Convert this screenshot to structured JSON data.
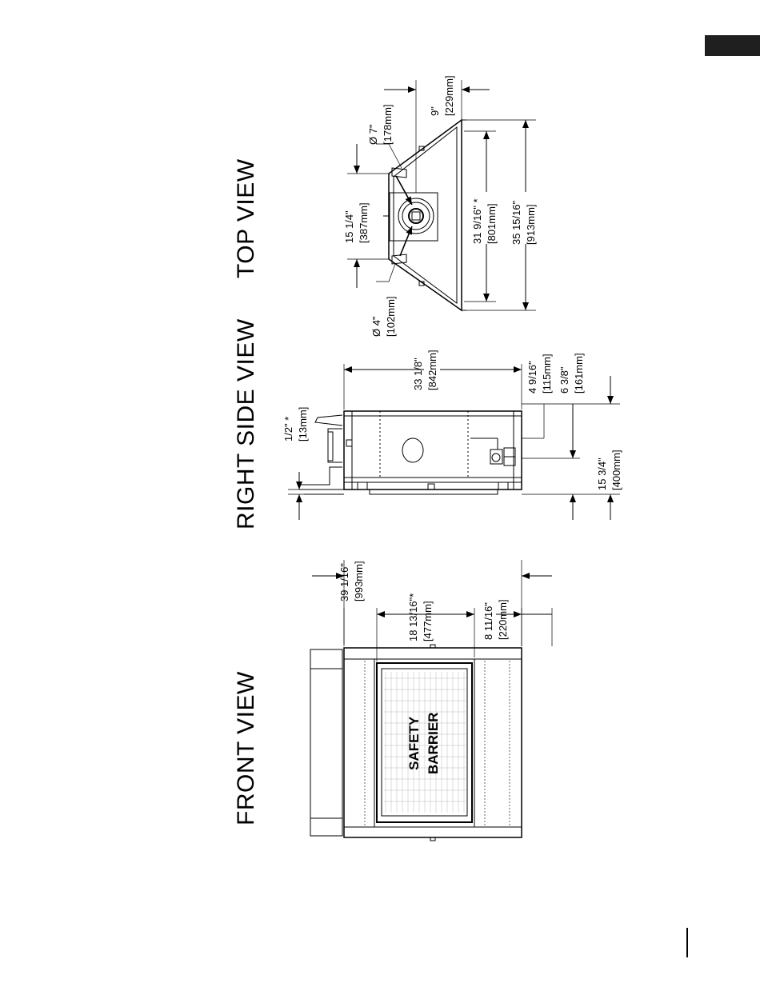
{
  "tab_color": "#1f1f1f",
  "titles": {
    "front": "FRONT VIEW",
    "right": "RIGHT SIDE VIEW",
    "top": "TOP VIEW"
  },
  "front_view": {
    "overall_width": {
      "imperial": "39 1/16\"",
      "metric": "[993mm]"
    },
    "opening_width": {
      "imperial": "18 13/16\"*",
      "metric": "[477mm]"
    },
    "side_offset": {
      "imperial": "8 11/16\"",
      "metric": "[220mm]"
    },
    "safety_barrier": {
      "line1": "SAFETY",
      "line2": "BARRIER"
    }
  },
  "right_view": {
    "half_inch": {
      "imperial": "1/2\"  *",
      "metric": "[13mm]"
    },
    "depth": {
      "imperial": "33 1/8\"",
      "metric": "[842mm]"
    },
    "vent_a": {
      "imperial": "4 9/16\"",
      "metric": "[115mm]"
    },
    "vent_b": {
      "imperial": "6 3/8\"",
      "metric": "[161mm]"
    },
    "height": {
      "imperial": "15 3/4\"",
      "metric": "[400mm]"
    }
  },
  "top_view": {
    "top_offset": {
      "imperial": "9\"",
      "metric": "[229mm]"
    },
    "dia_7": {
      "imperial": "Ø 7\"",
      "metric": "[178mm]"
    },
    "center_15": {
      "imperial": "15 1/4\"",
      "metric": "[387mm]"
    },
    "dia_4": {
      "imperial": "Ø 4\"",
      "metric": "[102mm]"
    },
    "inner_width": {
      "imperial": "31 9/16\" *",
      "metric": "[801mm]"
    },
    "outer_width": {
      "imperial": "35 15/16\"",
      "metric": "[913mm]"
    }
  }
}
